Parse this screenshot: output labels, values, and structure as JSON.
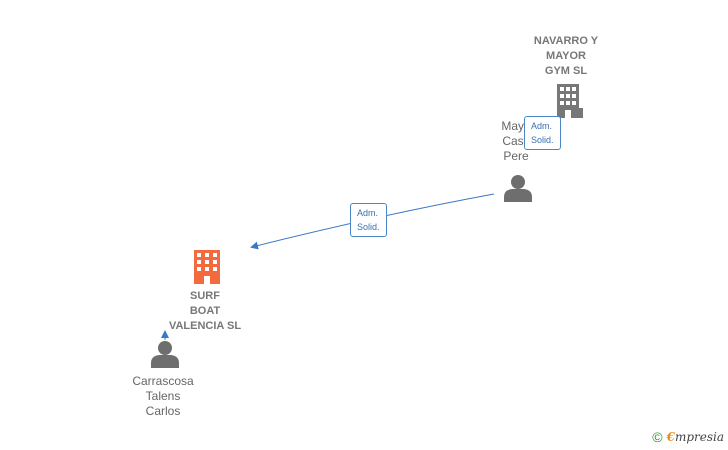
{
  "nodes": {
    "navarro": {
      "lines": [
        "NAVARRO Y",
        "MAYOR",
        "GYM  SL"
      ]
    },
    "mayor_person": {
      "lines": [
        "Mayo",
        "Casti",
        "Pere"
      ]
    },
    "surf": {
      "lines": [
        "SURF",
        "BOAT",
        "VALENCIA  SL"
      ]
    },
    "carrascosa": {
      "lines": [
        "Carrascosa",
        "Talens",
        "Carlos"
      ]
    }
  },
  "edges": {
    "adm1": {
      "lines": [
        "Adm.",
        "Solid."
      ]
    },
    "adm2": {
      "lines": [
        "Adm.",
        "Solid."
      ]
    }
  },
  "watermark": {
    "symbol": "©",
    "brand_first": "€",
    "brand_rest": "mpresia"
  },
  "colors": {
    "company_gray": "#777777",
    "company_highlight": "#f26a3d",
    "person": "#6e6e6e",
    "link": "#3a78c8"
  }
}
